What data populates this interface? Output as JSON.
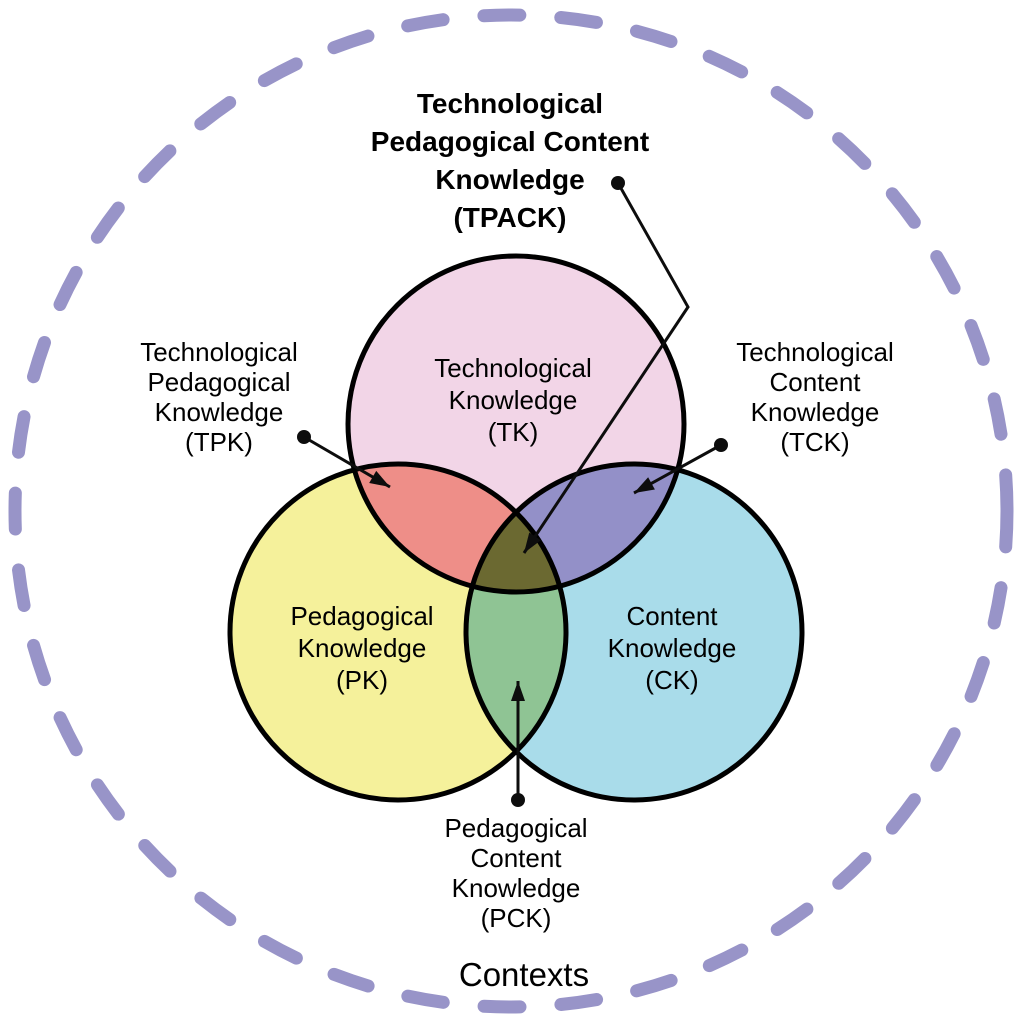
{
  "colors": {
    "background": "#ffffff",
    "outline": "#000000",
    "text": "#000000",
    "contexts_dash": "#9894c8",
    "tk_fill": "#f2d5e7",
    "pk_fill": "#f5f19b",
    "ck_fill": "#a9dcea",
    "tpk_fill": "#ee8e88",
    "tck_fill": "#9390c8",
    "pck_fill": "#8fc494",
    "tpack_fill": "#6b6931"
  },
  "labels": {
    "tpack": {
      "lines": [
        "Technological",
        "Pedagogical Content",
        "Knowledge",
        "(TPACK)"
      ]
    },
    "tk": {
      "lines": [
        "Technological",
        "Knowledge",
        "(TK)"
      ]
    },
    "tpk": {
      "lines": [
        "Technological",
        "Pedagogical",
        "Knowledge",
        "(TPK)"
      ]
    },
    "tck": {
      "lines": [
        "Technological",
        "Content",
        "Knowledge",
        "(TCK)"
      ]
    },
    "pk": {
      "lines": [
        "Pedagogical",
        "Knowledge",
        "(PK)"
      ]
    },
    "ck": {
      "lines": [
        "Content",
        "Knowledge",
        "(CK)"
      ]
    },
    "pck": {
      "lines": [
        "Pedagogical",
        "Content",
        "Knowledge",
        "(PCK)"
      ]
    },
    "contexts": "Contexts"
  }
}
